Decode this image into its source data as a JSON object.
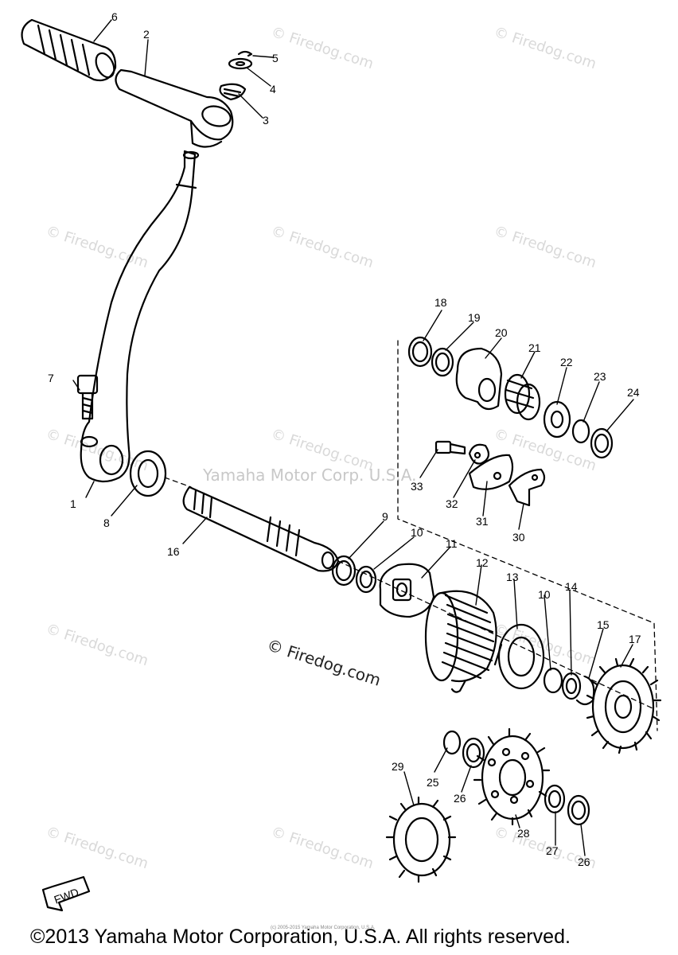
{
  "watermark_text": "© Firedog.com",
  "center_watermark": "Yamaha Motor Corp. U.S.A.",
  "small_copyright": "(c) 2005-2015 Yamaha Motor Corporation, U.S.A.",
  "footer_copyright": "©2013 Yamaha Motor Corporation, U.S.A. All rights reserved.",
  "fwd_label": "FWD",
  "part_labels": {
    "p1": "1",
    "p2": "2",
    "p3": "3",
    "p4": "4",
    "p5": "5",
    "p6": "6",
    "p7": "7",
    "p8": "8",
    "p9": "9",
    "p10a": "10",
    "p10b": "10",
    "p11": "11",
    "p12": "12",
    "p13": "13",
    "p14": "14",
    "p15": "15",
    "p16": "16",
    "p17": "17",
    "p18": "18",
    "p19": "19",
    "p20": "20",
    "p21": "21",
    "p22": "22",
    "p23": "23",
    "p24": "24",
    "p25": "25",
    "p26a": "26",
    "p26b": "26",
    "p27": "27",
    "p28": "28",
    "p29": "29",
    "p30": "30",
    "p31": "31",
    "p32": "32",
    "p33": "33"
  }
}
